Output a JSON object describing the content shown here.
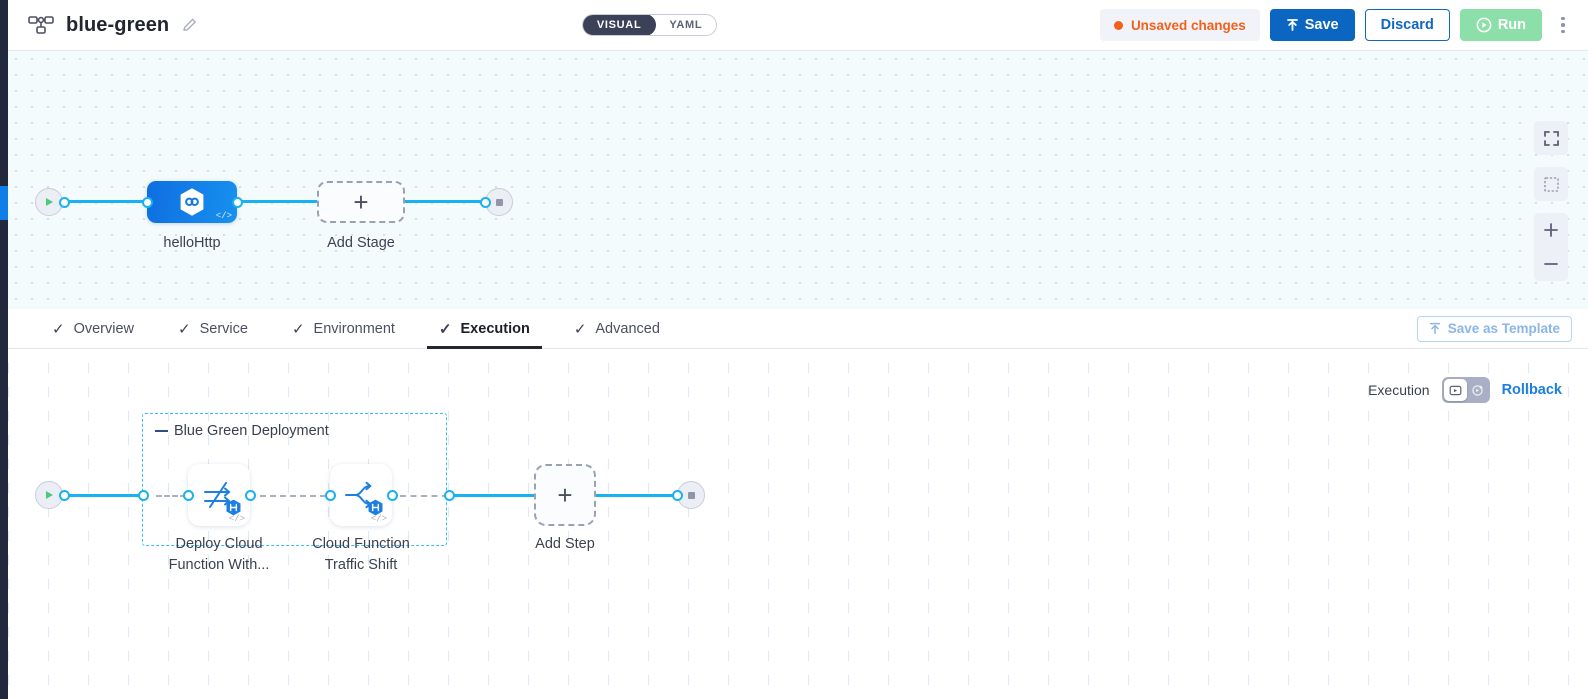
{
  "header": {
    "pipeline_icon": "pipeline-graph-icon",
    "title": "blue-green",
    "edit_icon": "pencil-icon",
    "mode_toggle": {
      "visual": "VISUAL",
      "yaml": "YAML",
      "active": "VISUAL"
    },
    "unsaved_label": "Unsaved changes",
    "save_label": "Save",
    "discard_label": "Discard",
    "run_label": "Run",
    "menu_icon": "kebab-menu-icon",
    "colors": {
      "accent_blue": "#0b66c2",
      "warning_orange": "#f4601a",
      "run_green": "#8ddfa9"
    }
  },
  "top_canvas": {
    "start_node": "start-play-icon",
    "end_node": "end-stop-icon",
    "stage": {
      "label": "helloHttp",
      "icon": "cloud-function-hex-icon",
      "badge": "</>"
    },
    "add_stage": {
      "label": "Add Stage",
      "plus": "+"
    },
    "controls": [
      {
        "name": "fit-screen-icon"
      },
      {
        "name": "select-area-icon"
      },
      {
        "name": "zoom-in-icon",
        "glyph": "+"
      },
      {
        "name": "zoom-out-icon",
        "glyph": "−"
      }
    ]
  },
  "tabs": [
    {
      "label": "Overview",
      "active": false,
      "check": "✓"
    },
    {
      "label": "Service",
      "active": false,
      "check": "✓"
    },
    {
      "label": "Environment",
      "active": false,
      "check": "✓"
    },
    {
      "label": "Execution",
      "active": true,
      "check": "✓"
    },
    {
      "label": "Advanced",
      "active": false,
      "check": "✓"
    }
  ],
  "save_as_template": {
    "label": "Save as Template",
    "icon": "upload-template-icon"
  },
  "execution_bar": {
    "label": "Execution",
    "toggle_left_icon": "execution-play-icon",
    "toggle_right_icon": "rollback-rotate-icon",
    "active_side": "left",
    "rollback_label": "Rollback"
  },
  "bottom_canvas": {
    "start_node": "start-play-icon",
    "end_node": "end-stop-icon",
    "group": {
      "title": "Blue Green Deployment"
    },
    "steps": [
      {
        "label": "Deploy Cloud\nFunction With...",
        "icon": "deploy-function-icon",
        "badge": "</>",
        "hex": "hex-step-badge"
      },
      {
        "label": "Cloud Function\nTraffic Shift",
        "icon": "traffic-shift-icon",
        "badge": "</>",
        "hex": "hex-step-badge"
      }
    ],
    "add_step": {
      "label": "Add Step",
      "plus": "+"
    }
  }
}
